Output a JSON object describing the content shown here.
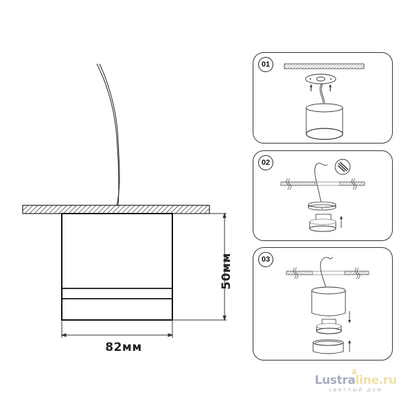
{
  "main_drawing": {
    "width_label": "82мм",
    "height_label": "50мм"
  },
  "steps": [
    {
      "number": "01"
    },
    {
      "number": "02"
    },
    {
      "number": "03"
    }
  ],
  "logo": {
    "name_part1": "Lustra",
    "name_part2": "line.ru",
    "tagline": "светлый дом",
    "colors": {
      "primary": "#a7adbd",
      "accent": "#f0dfa8"
    }
  }
}
